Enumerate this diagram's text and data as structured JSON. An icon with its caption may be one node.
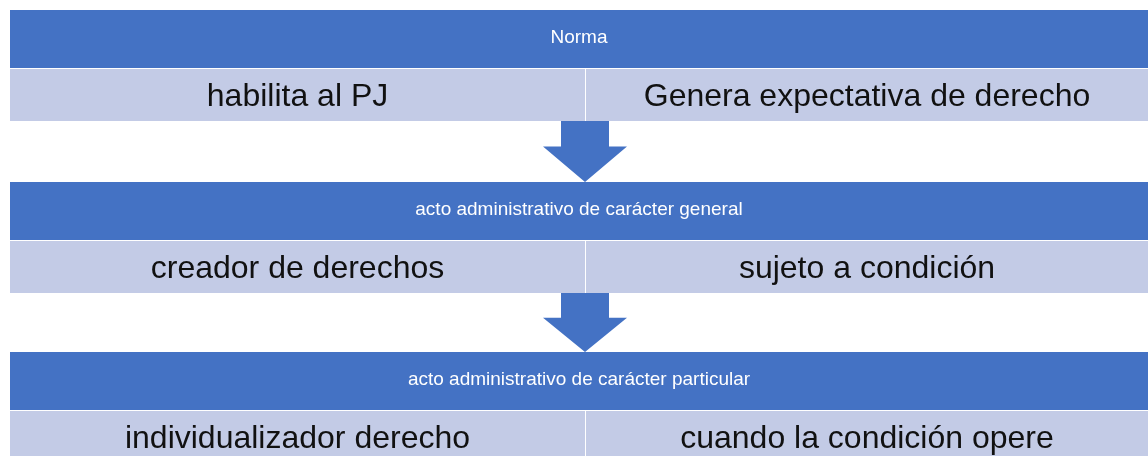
{
  "diagram": {
    "nodes": [
      {
        "text": [
          "Norma"
        ]
      },
      {
        "text": [
          "habilita al PJ"
        ],
        "in": 0
      },
      {
        "text": [
          "Genera expectativa de derecho"
        ],
        "in": 0
      },
      {
        "text": [
          "acto administrativo de carácter general"
        ]
      },
      {
        "text": [
          "creador de derechos"
        ],
        "in": 3
      },
      {
        "text": [
          "sujeto a condición"
        ],
        "in": 3
      },
      {
        "text": [
          "acto administrativo de carácter particular"
        ]
      },
      {
        "text": [
          "individualizador derecho"
        ],
        "in": 6
      },
      {
        "text": [
          "cuando la condición opere"
        ],
        "in": 6
      }
    ],
    "edges": [
      {
        "from": 0,
        "to": 3,
        "arrow": "to"
      },
      {
        "from": 3,
        "to": 6,
        "arrow": "to"
      }
    ]
  }
}
